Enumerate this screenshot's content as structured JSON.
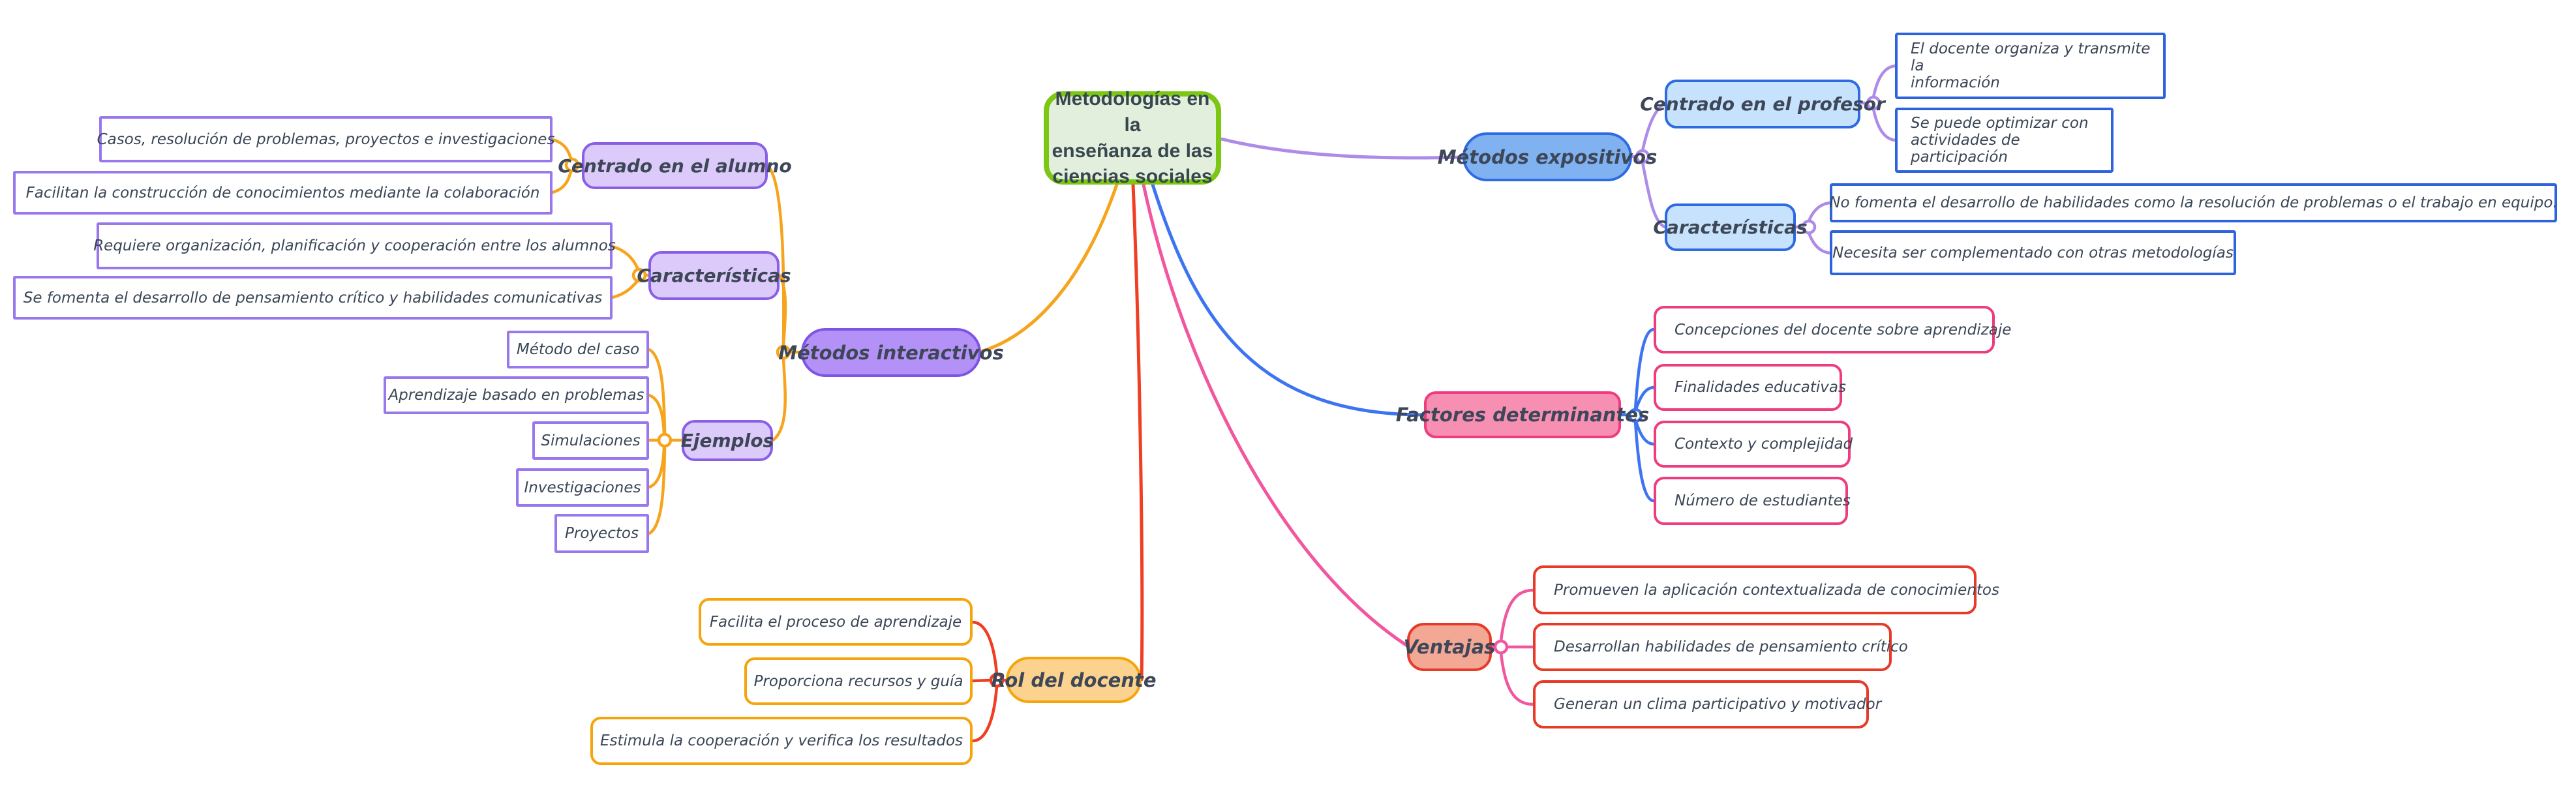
{
  "center": {
    "label": "Metodologías en la\nenseñanza de las\nciencias sociales"
  },
  "interactivos": {
    "label": "Métodos interactivos",
    "children": [
      {
        "label": "Centrado en el alumno",
        "leaves": [
          "Casos, resolución de problemas, proyectos e investigaciones",
          "Facilitan la construcción de conocimientos mediante la colaboración"
        ]
      },
      {
        "label": "Características",
        "leaves": [
          "Requiere organización, planificación y cooperación entre los alumnos",
          "Se fomenta el desarrollo de pensamiento crítico y habilidades comunicativas"
        ]
      },
      {
        "label": "Ejemplos",
        "leaves": [
          "Método del caso",
          "Aprendizaje basado en problemas",
          "Simulaciones",
          "Investigaciones",
          "Proyectos"
        ]
      }
    ]
  },
  "expositivos": {
    "label": "Métodos expositivos",
    "children": [
      {
        "label": "Centrado en el profesor",
        "leaves": [
          "El docente organiza y transmite la\ninformación",
          "Se puede optimizar con\nactividades de participación"
        ]
      },
      {
        "label": "Características",
        "leaves": [
          "No fomenta el desarrollo de habilidades como la resolución de problemas o el trabajo en equipo.",
          "Necesita ser complementado con otras metodologías"
        ]
      }
    ]
  },
  "factores": {
    "label": "Factores determinantes",
    "leaves": [
      "Concepciones del docente sobre aprendizaje",
      "Finalidades educativas",
      "Contexto y complejidad",
      "Número de estudiantes"
    ]
  },
  "ventajas": {
    "label": "Ventajas",
    "leaves": [
      "Promueven la aplicación contextualizada de conocimientos",
      "Desarrollan habilidades de pensamiento crítico",
      "Generan un clima participativo y motivador"
    ]
  },
  "rol": {
    "label": "Rol del docente",
    "leaves": [
      "Facilita el proceso de aprendizaje",
      "Proporciona recursos y guía",
      "Estimula la cooperación y verifica los resultados"
    ]
  },
  "colors": {
    "center_fill": "#E2EFDC",
    "center_border": "#7CC614",
    "interactivos_fill": "#B491F6",
    "interactivos_border": "#7C55E4",
    "interactivos_sub_fill": "#DCCBFA",
    "interactivos_leaf_border": "#9878EC",
    "interactivos_edge": "#F7A41D",
    "expositivos_fill": "#80B2F2",
    "expositivos_border": "#2E6BE2",
    "expositivos_sub_fill": "#C7E2FC",
    "expositivos_leaf_border": "#2E63DE",
    "expositivos_edge": "#AE8BE8",
    "factores_fill": "#F78FB2",
    "factores_border": "#EE3C7E",
    "factores_edge": "#3D74F1",
    "ventajas_fill": "#F3A795",
    "ventajas_border": "#E73A28",
    "ventajas_edge": "#F2569E",
    "rol_fill": "#FBD38E",
    "rol_border": "#F5A50B",
    "rol_edge": "#F03E23",
    "text": "#3D4757"
  }
}
